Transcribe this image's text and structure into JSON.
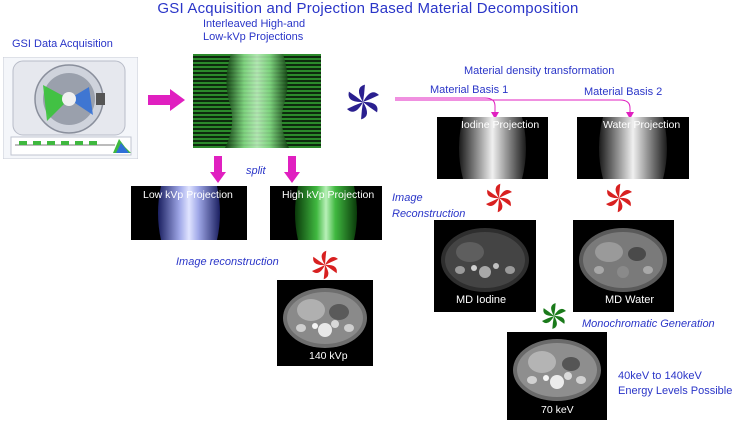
{
  "title": "GSI Acquisition and Projection Based Material Decomposition",
  "labels": {
    "acquisition": "GSI Data Acquisition",
    "interleaved": "Interleaved High-and\nLow-kVp Projections",
    "split": "split",
    "low_kvp": "Low kVp Projection",
    "high_kvp": "High kVp Projection",
    "image_recon": "Image reconstruction",
    "kvp140": "140 kVp",
    "md_transform": "Material density transformation",
    "basis1": "Material Basis 1",
    "basis2": "Material Basis 2",
    "iodine_proj": "Iodine Projection",
    "water_proj": "Water Projection",
    "image_recon2": "Image\nReconstruction",
    "md_iodine": "MD Iodine",
    "md_water": "MD Water",
    "mono_gen": "Monochromatic Generation",
    "kev70": "70 keV",
    "energy_range": "40keV to 140keV\nEnergy Levels Possible"
  },
  "colors": {
    "text_blue": "#2a35c8",
    "arrow_magenta": "#e020c0",
    "pinwheel_blue": "#2a1f8f",
    "pinwheel_red": "#d82020",
    "pinwheel_green": "#1a7a1a",
    "green_proj": "#2fae2f",
    "blue_proj": "#a0a8e8"
  },
  "icons": {
    "pinwheel": "pinwheel-icon",
    "arrow_right": "arrow-right-icon",
    "arrow_down": "arrow-down-icon"
  }
}
